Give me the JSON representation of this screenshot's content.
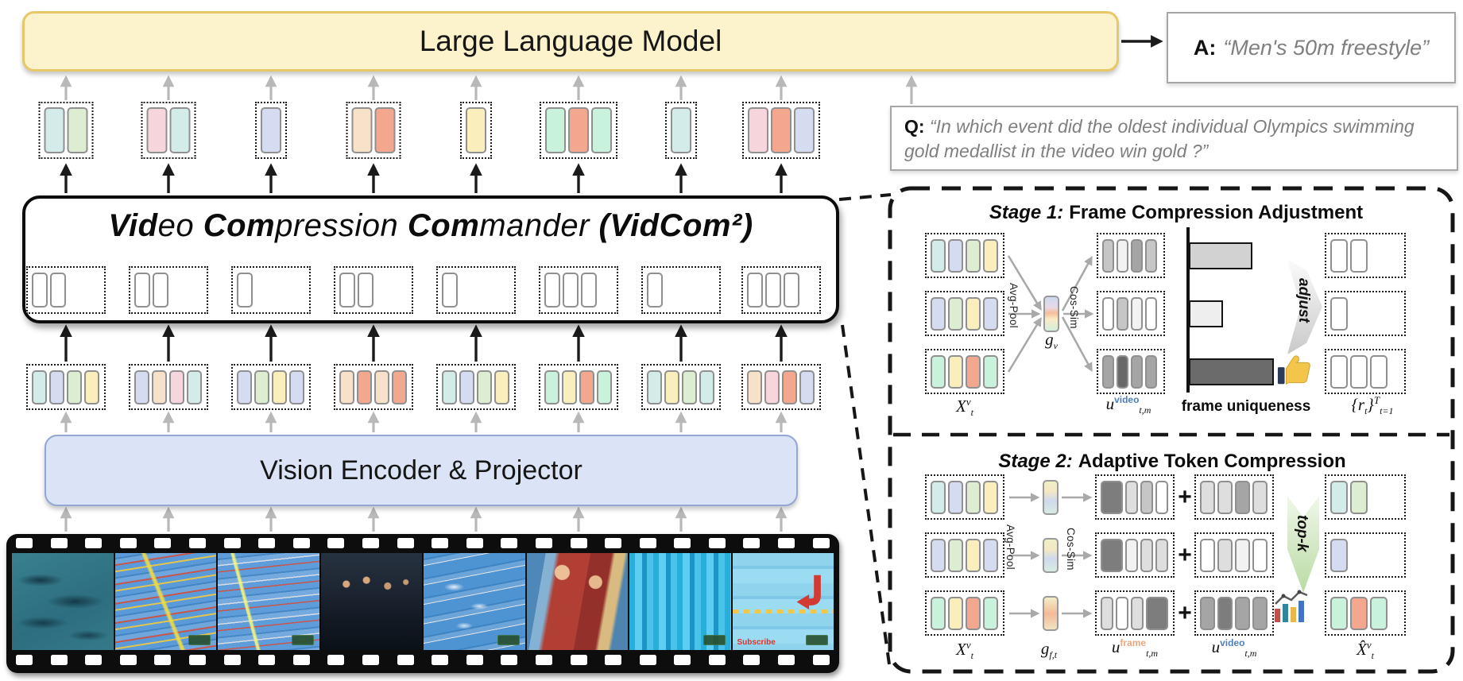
{
  "palette": {
    "cyan": "#d3ecea",
    "lavender": "#d5dbf0",
    "green": "#dcedd1",
    "yellow": "#faeebd",
    "pink": "#f6d6dc",
    "peach": "#f8e1c9",
    "salmon": "#f3a78f",
    "mint": "#c9f2dd",
    "white": "#ffffff",
    "g1": "#f2f2f2",
    "g2": "#dedede",
    "g3": "#c6c6c6",
    "g4": "#a5a5a5",
    "g5": "#7d7d7d",
    "g6": "#696969"
  },
  "llm": {
    "label": "Large Language Model"
  },
  "answer": {
    "prefix": "A:",
    "text": "“Men's 50m freestyle”"
  },
  "question": {
    "prefix": "Q:",
    "text": "“In which event did the oldest individual Olympics swimming gold medallist in the video win gold ?”"
  },
  "vidcom": {
    "title_parts": [
      {
        "bold": true,
        "text": "Vid"
      },
      {
        "bold": false,
        "text": "eo "
      },
      {
        "bold": true,
        "text": "Com"
      },
      {
        "bold": false,
        "text": "pression "
      },
      {
        "bold": true,
        "text": "Com"
      },
      {
        "bold": false,
        "text": "mander "
      },
      {
        "bold": true,
        "text": "(VidCom²)"
      }
    ]
  },
  "vision_encoder": {
    "label": "Vision Encoder & Projector"
  },
  "tokens": {
    "top_row": [
      [
        "cyan",
        "green"
      ],
      [
        "pink",
        "cyan"
      ],
      [
        "lavender"
      ],
      [
        "peach",
        "salmon"
      ],
      [
        "yellow"
      ],
      [
        "mint",
        "salmon",
        "mint"
      ],
      [
        "cyan"
      ],
      [
        "pink",
        "salmon",
        "lavender"
      ]
    ],
    "vidcom_row": [
      [
        "white",
        "white"
      ],
      [
        "white",
        "white"
      ],
      [
        "white"
      ],
      [
        "white",
        "white"
      ],
      [
        "white"
      ],
      [
        "white",
        "white",
        "white"
      ],
      [
        "white"
      ],
      [
        "white",
        "white",
        "white"
      ]
    ],
    "frame_row": [
      [
        "cyan",
        "lavender",
        "green",
        "yellow"
      ],
      [
        "lavender",
        "peach",
        "pink",
        "cyan"
      ],
      [
        "lavender",
        "green",
        "yellow",
        "lavender"
      ],
      [
        "peach",
        "salmon",
        "peach",
        "salmon"
      ],
      [
        "cyan",
        "lavender",
        "green",
        "yellow"
      ],
      [
        "mint",
        "yellow",
        "salmon",
        "mint"
      ],
      [
        "cyan",
        "yellow",
        "green",
        "cyan"
      ],
      [
        "peach",
        "pink",
        "salmon",
        "lavender"
      ]
    ]
  },
  "stage1": {
    "title_tag": "Stage 1:",
    "title_rest": "Frame Compression Adjustment",
    "avg_pool": "Avg-Pool",
    "cos_sim": "Cos-Sim",
    "adjust": "adjust",
    "frame_uniqueness": "frame uniqueness",
    "inputs": [
      [
        "cyan",
        "lavender",
        "green",
        "yellow"
      ],
      [
        "lavender",
        "green",
        "yellow",
        "lavender"
      ],
      [
        "mint",
        "yellow",
        "salmon",
        "mint"
      ]
    ],
    "video_uniqueness_tokens": [
      [
        "g3",
        "g1",
        "g4",
        "g3"
      ],
      [
        "white",
        "g3",
        "g1",
        "white"
      ],
      [
        "g4",
        "g6",
        "g4",
        "g4"
      ]
    ],
    "uniqueness_bars": [
      0.73,
      0.39,
      0.97
    ],
    "bar_colors": [
      "#d2d2d2",
      "#eeeeee",
      "#6b6b6b"
    ],
    "outputs": [
      [
        "white",
        "white"
      ],
      [
        "white"
      ],
      [
        "white",
        "white",
        "white"
      ]
    ],
    "labels": {
      "x": [
        [
          "n",
          "X"
        ],
        [
          "sup",
          "v"
        ],
        [
          "sub",
          "t"
        ]
      ],
      "g": [
        [
          "n",
          "g"
        ],
        [
          "sub",
          "v"
        ]
      ],
      "u_video": [
        [
          "n",
          "u"
        ],
        [
          "sup",
          "video",
          "#4e7fbc"
        ],
        [
          "sub",
          "t,m"
        ]
      ],
      "r": [
        [
          "n",
          "{r"
        ],
        [
          "sub",
          "t"
        ],
        [
          "n",
          "}"
        ],
        [
          "sup",
          "T"
        ],
        [
          "sub",
          "t=1"
        ]
      ]
    }
  },
  "stage2": {
    "title_tag": "Stage 2:",
    "title_rest": "Adaptive Token Compression",
    "avg_pool": "Avg-Pool",
    "cos_sim": "Cos-Sim",
    "top_k": "top-k",
    "plus": "+",
    "inputs": [
      [
        "cyan",
        "lavender",
        "green",
        "yellow"
      ],
      [
        "lavender",
        "green",
        "yellow",
        "lavender"
      ],
      [
        "mint",
        "yellow",
        "salmon",
        "mint"
      ]
    ],
    "frame_uniqueness_tokens": [
      [
        "g5",
        "g2",
        "g3",
        "white"
      ],
      [
        "g5",
        "g1",
        "g2",
        "g2"
      ],
      [
        "g2",
        "white",
        "g2",
        "g5"
      ]
    ],
    "video_uniqueness_tokens": [
      [
        "g2",
        "g2",
        "g4",
        "g2"
      ],
      [
        "white",
        "g2",
        "g1",
        "white"
      ],
      [
        "g4",
        "g5",
        "g4",
        "g4"
      ]
    ],
    "outputs": [
      [
        "cyan",
        "green"
      ],
      [
        "lavender"
      ],
      [
        "mint",
        "salmon",
        "mint"
      ]
    ],
    "labels": {
      "x": [
        [
          "n",
          "X"
        ],
        [
          "sup",
          "v"
        ],
        [
          "sub",
          "t"
        ]
      ],
      "g": [
        [
          "n",
          "g"
        ],
        [
          "sub",
          "f,t"
        ]
      ],
      "u_frame": [
        [
          "n",
          "u"
        ],
        [
          "sup",
          "frame",
          "#eda77d"
        ],
        [
          "sub",
          "t,m"
        ]
      ],
      "u_video": [
        [
          "n",
          "u"
        ],
        [
          "sup",
          "video",
          "#4e7fbc"
        ],
        [
          "sub",
          "t,m"
        ]
      ],
      "x_hat": [
        [
          "n",
          "X̂"
        ],
        [
          "sup",
          "v"
        ],
        [
          "sub",
          "t"
        ]
      ]
    }
  },
  "film": {
    "frames": [
      "underwater-swimmers",
      "pool-overhead-lane-line",
      "pool-overhead-lane-line-2",
      "swimmers-starting-blocks",
      "pool-race-overhead",
      "medal-celebration",
      "pool-vertical-lanes",
      "swimmer-closeup-subscribe"
    ],
    "subscribe_label": "Subscribe"
  }
}
